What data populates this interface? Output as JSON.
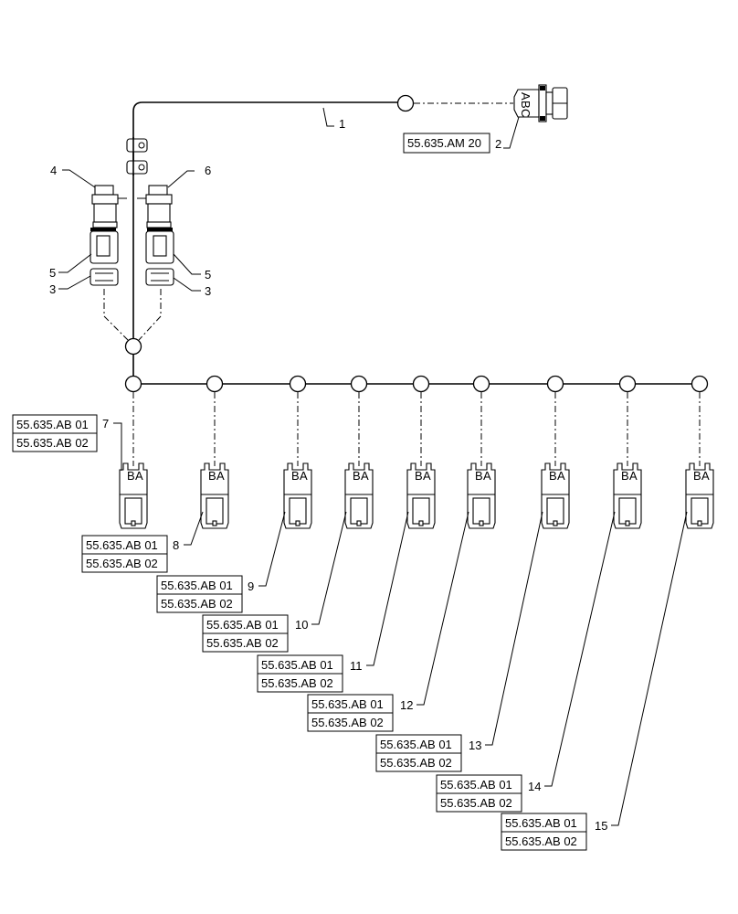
{
  "callouts": {
    "harness": "1",
    "connector_main": "2",
    "connector_left_seal": "3",
    "connector_right_seal": "3",
    "connector_left": "4",
    "connector_left_body": "5",
    "connector_right_body": "5",
    "connector_right": "6",
    "injector_1": "7",
    "injector_2": "8",
    "injector_3": "9",
    "injector_4": "10",
    "injector_5": "11",
    "injector_6": "12",
    "injector_7": "13",
    "injector_8": "14",
    "injector_9": "15"
  },
  "references": {
    "main": "55.635.AM 20",
    "ref_a": "55.635.AB 01",
    "ref_b": "55.635.AB 02"
  },
  "pin_labels": {
    "main_a": "A",
    "main_b": "B",
    "main_c": "C",
    "small_a": "A",
    "small_b": "B"
  }
}
